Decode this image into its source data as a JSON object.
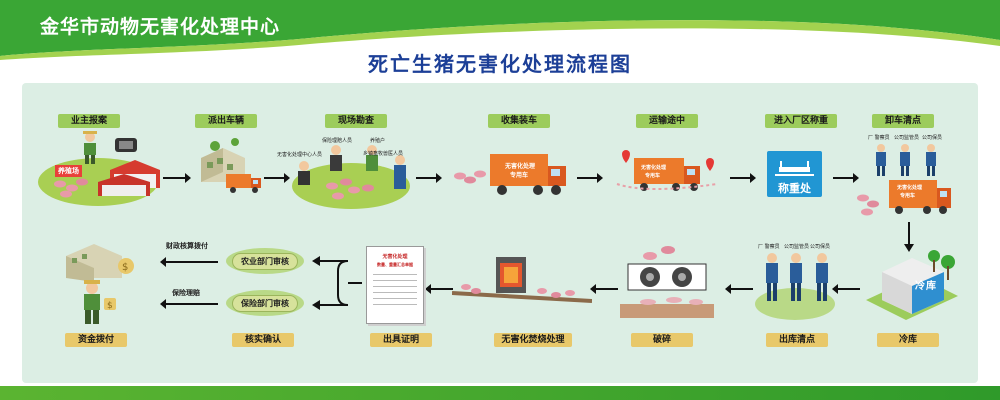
{
  "header": {
    "org_name": "金华市动物无害化处理中心",
    "title": "死亡生猪无害化处理流程图"
  },
  "steps_top": [
    {
      "label": "业主报案"
    },
    {
      "label": "派出车辆"
    },
    {
      "label": "现场勘查"
    },
    {
      "label": "收集装车"
    },
    {
      "label": "运输途中"
    },
    {
      "label": "进入厂区称重"
    },
    {
      "label": "卸车清点"
    }
  ],
  "steps_bottom": [
    {
      "label": "资金拨付"
    },
    {
      "label": "核实确认"
    },
    {
      "label": "出具证明"
    },
    {
      "label": "无害化焚烧处理"
    },
    {
      "label": "破碎"
    },
    {
      "label": "出库清点"
    },
    {
      "label": "冷库"
    }
  ],
  "farm_sign": "养殖场",
  "survey_texts": {
    "center_staff": "无害化处理中心人员",
    "insurance_staff": "保险理赔人员",
    "farmer": "养殖户",
    "livestock_staff": "乡镇畜牧兽医人员"
  },
  "truck_text": {
    "line1": "无害化处理",
    "line2": "专用车"
  },
  "scale_text": "称重处",
  "unload_roles": {
    "a": "厂 警察员",
    "b": "公司监管员",
    "c": "公司保员"
  },
  "outbound_roles": {
    "a": "厂 警察员",
    "b": "公司监管员",
    "c": "公司保员"
  },
  "cold_store_sign": "冷库",
  "certificate_title": "无害化处理",
  "certificate_sub": "数量、重量汇总单据",
  "review_agriculture": "农业部门审核",
  "review_insurance": "保险部门审核",
  "flow_fiscal": "财政核算拨付",
  "flow_insurance": "保险理赔"
}
